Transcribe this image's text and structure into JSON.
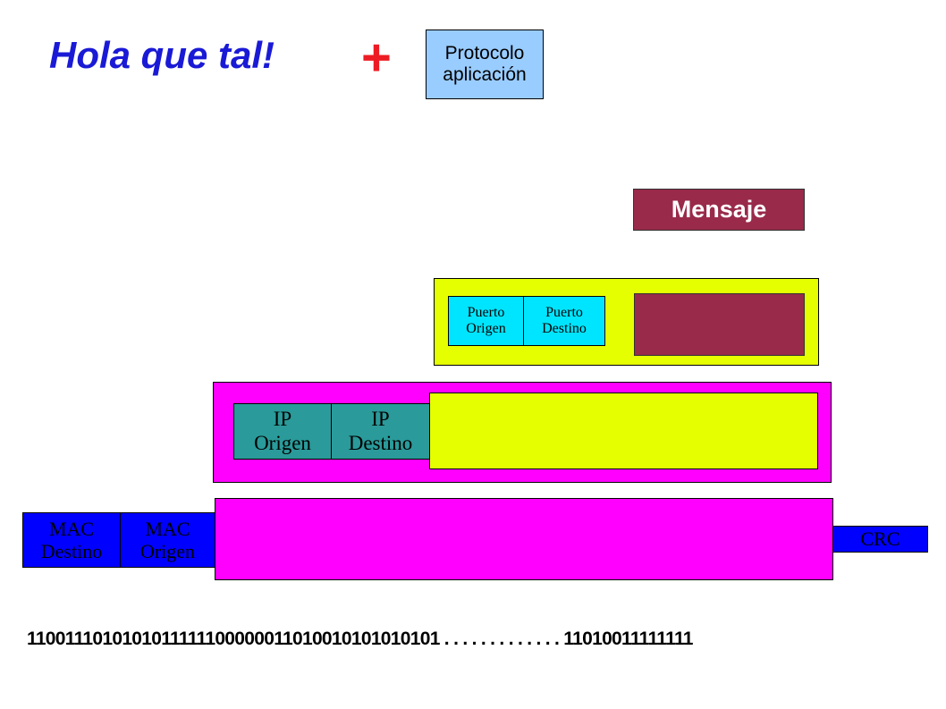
{
  "greeting": "Hola que tal!",
  "plus_sign": "+",
  "protocol_box": {
    "line1": "Protocolo",
    "line2": "aplicación"
  },
  "message_label": "Mensaje",
  "transport": {
    "source_port": {
      "line1": "Puerto",
      "line2": "Origen"
    },
    "dest_port": {
      "line1": "Puerto",
      "line2": "Destino"
    }
  },
  "network": {
    "source_ip": {
      "line1": "IP",
      "line2": "Origen"
    },
    "dest_ip": {
      "line1": "IP",
      "line2": "Destino"
    }
  },
  "link": {
    "dest_mac": {
      "line1": "MAC",
      "line2": "Destino"
    },
    "source_mac": {
      "line1": "MAC",
      "line2": "Origen"
    },
    "crc": "CRC"
  },
  "bitstream": "1100111010101011111100000011010010101010101 . . . . . . . . . . . . . 11010011111111",
  "colors": {
    "greeting": "#1a1ad6",
    "protocol_fill": "#99ccff",
    "message_fill": "#992a4a",
    "segment_fill": "#e6ff00",
    "port_fill": "#00e5ff",
    "packet_fill": "#ff00ff",
    "ip_fill": "#2a9a9a",
    "mac_fill": "#0000ff",
    "crc_fill": "#0000ff"
  }
}
